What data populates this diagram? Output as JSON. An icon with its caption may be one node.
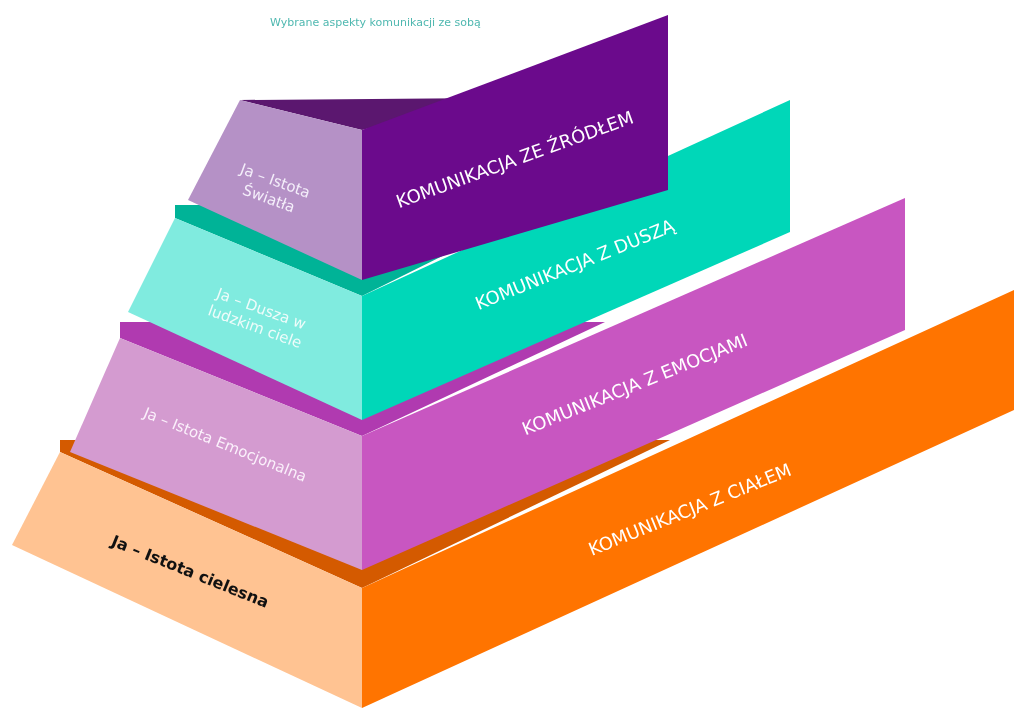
{
  "diagram": {
    "title": "Wybrane aspekty komunikacji ze sobą",
    "nodes": [
      {
        "text": [
          "Ja – Istota Światła"
        ]
      },
      {
        "text": [
          "KOMUNIKACJA ZE ŹRÓDŁEM"
        ]
      },
      {
        "text": [
          "Ja – Dusza w ludzkim ciele"
        ]
      },
      {
        "text": [
          "KOMUNIKACJA Z DUSZĄ"
        ]
      },
      {
        "text": [
          "Ja – Istota Emocjonalna"
        ]
      },
      {
        "text": [
          "KOMUNIKACJA Z EMOCJAMI"
        ]
      },
      {
        "text": [
          "Ja – Istota cielesna"
        ]
      },
      {
        "text": [
          "KOMUNIKACJA Z CIAŁEM"
        ]
      }
    ],
    "edges": []
  }
}
